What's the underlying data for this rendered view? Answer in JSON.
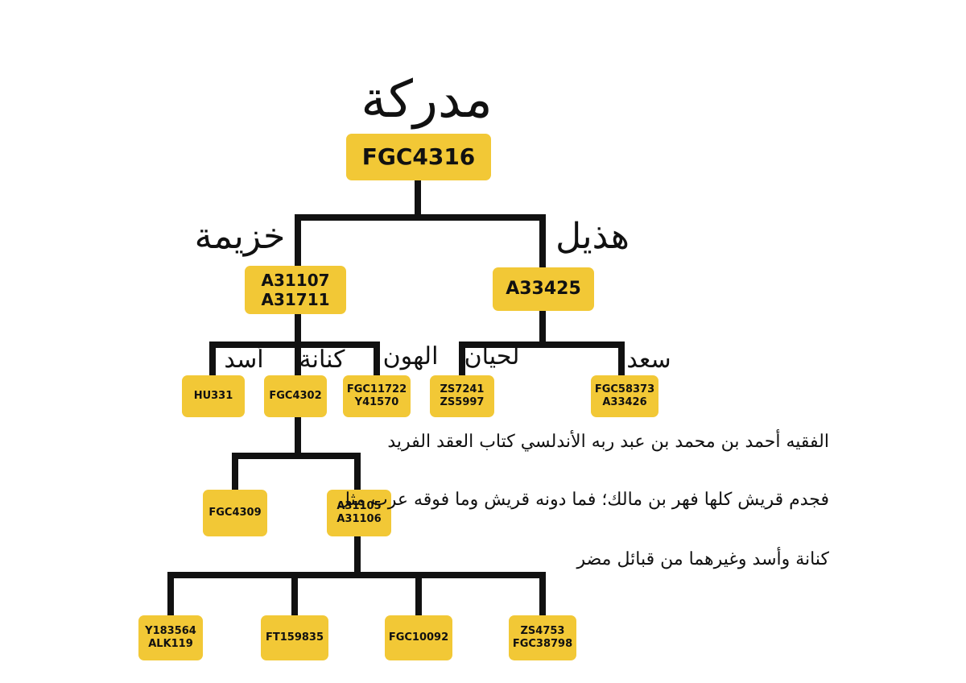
{
  "labels": {
    "root": "مدركة",
    "khuzayma": "خزيمة",
    "hudhayl": "هذيل",
    "asad": "أسد",
    "kinana": "كنانة",
    "alhun": "الهون",
    "lihyan": "لحيان",
    "saad": "سعد"
  },
  "nodes": {
    "root": [
      "FGC4316"
    ],
    "khuzayma": [
      "A31107",
      "A31711"
    ],
    "hudhayl": [
      "A33425"
    ],
    "asad": [
      "HU331"
    ],
    "kinana": [
      "FGC4302"
    ],
    "alhun": [
      "FGC11722",
      "Y41570"
    ],
    "lihyan": [
      "ZS7241",
      "ZS5997"
    ],
    "saad": [
      "FGC58373",
      "A33426"
    ],
    "kinana_left": [
      "FGC4309"
    ],
    "kinana_right": [
      "A31105",
      "A31106"
    ],
    "leaf1": [
      "Y183564",
      "ALK119"
    ],
    "leaf2": [
      "FT159835"
    ],
    "leaf3": [
      "FGC10092"
    ],
    "leaf4": [
      "ZS4753",
      "FGC38798"
    ]
  },
  "notes": {
    "line1": "الفقيه أحمد بن محمد بن عبد ربه الأندلسي      كتاب العقد الفريد",
    "line2": "فجدم قريش كلها فهر بن مالك؛ فما دونه قريش وما فوقه عرب مثل",
    "line3": "كنانة وأسد وغيرهما من قبائل مضر"
  },
  "colors": {
    "node_fill": "#f2c836",
    "line": "#111111",
    "text": "#111111"
  }
}
